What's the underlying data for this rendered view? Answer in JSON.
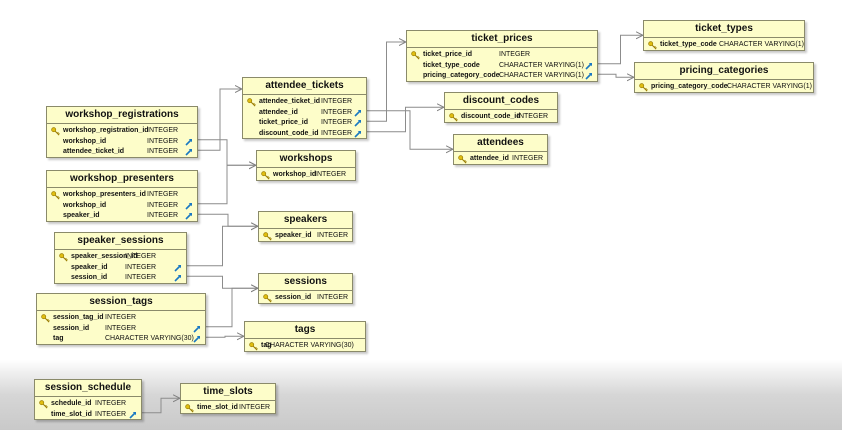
{
  "tables": [
    {
      "id": "ticket_types",
      "title": "ticket_types",
      "cols": [
        {
          "name": "ticket_type_code",
          "type": "CHARACTER VARYING(1)",
          "pk": true,
          "fk": false
        }
      ]
    },
    {
      "id": "ticket_prices",
      "title": "ticket_prices",
      "cols": [
        {
          "name": "ticket_price_id",
          "type": "INTEGER",
          "pk": true,
          "fk": false
        },
        {
          "name": "ticket_type_code",
          "type": "CHARACTER VARYING(1)",
          "pk": false,
          "fk": true
        },
        {
          "name": "pricing_category_code",
          "type": "CHARACTER VARYING(1)",
          "pk": false,
          "fk": true
        }
      ]
    },
    {
      "id": "pricing_categories",
      "title": "pricing_categories",
      "cols": [
        {
          "name": "pricing_category_code",
          "type": "CHARACTER VARYING(1)",
          "pk": true,
          "fk": false
        }
      ]
    },
    {
      "id": "attendee_tickets",
      "title": "attendee_tickets",
      "cols": [
        {
          "name": "attendee_ticket_id",
          "type": "INTEGER",
          "pk": true,
          "fk": false
        },
        {
          "name": "attendee_id",
          "type": "INTEGER",
          "pk": false,
          "fk": true
        },
        {
          "name": "ticket_price_id",
          "type": "INTEGER",
          "pk": false,
          "fk": true
        },
        {
          "name": "discount_code_id",
          "type": "INTEGER",
          "pk": false,
          "fk": true
        }
      ]
    },
    {
      "id": "discount_codes",
      "title": "discount_codes",
      "cols": [
        {
          "name": "discount_code_id",
          "type": "INTEGER",
          "pk": true,
          "fk": false
        }
      ]
    },
    {
      "id": "attendees",
      "title": "attendees",
      "cols": [
        {
          "name": "attendee_id",
          "type": "INTEGER",
          "pk": true,
          "fk": false
        }
      ]
    },
    {
      "id": "workshop_registrations",
      "title": "workshop_registrations",
      "cols": [
        {
          "name": "workshop_registration_id",
          "type": "INTEGER",
          "pk": true,
          "fk": false
        },
        {
          "name": "workshop_id",
          "type": "INTEGER",
          "pk": false,
          "fk": true
        },
        {
          "name": "attendee_ticket_id",
          "type": "INTEGER",
          "pk": false,
          "fk": true
        }
      ]
    },
    {
      "id": "workshops",
      "title": "workshops",
      "cols": [
        {
          "name": "workshop_id",
          "type": "INTEGER",
          "pk": true,
          "fk": false
        }
      ]
    },
    {
      "id": "workshop_presenters",
      "title": "workshop_presenters",
      "cols": [
        {
          "name": "workshop_presenters_id",
          "type": "INTEGER",
          "pk": true,
          "fk": false
        },
        {
          "name": "workshop_id",
          "type": "INTEGER",
          "pk": false,
          "fk": true
        },
        {
          "name": "speaker_id",
          "type": "INTEGER",
          "pk": false,
          "fk": true
        }
      ]
    },
    {
      "id": "speakers",
      "title": "speakers",
      "cols": [
        {
          "name": "speaker_id",
          "type": "INTEGER",
          "pk": true,
          "fk": false
        }
      ]
    },
    {
      "id": "speaker_sessions",
      "title": "speaker_sessions",
      "cols": [
        {
          "name": "speaker_session_id",
          "type": "INTEGER",
          "pk": true,
          "fk": false
        },
        {
          "name": "speaker_id",
          "type": "INTEGER",
          "pk": false,
          "fk": true
        },
        {
          "name": "session_id",
          "type": "INTEGER",
          "pk": false,
          "fk": true
        }
      ]
    },
    {
      "id": "sessions",
      "title": "sessions",
      "cols": [
        {
          "name": "session_id",
          "type": "INTEGER",
          "pk": true,
          "fk": false
        }
      ]
    },
    {
      "id": "session_tags",
      "title": "session_tags",
      "cols": [
        {
          "name": "session_tag_id",
          "type": "INTEGER",
          "pk": true,
          "fk": false
        },
        {
          "name": "session_id",
          "type": "INTEGER",
          "pk": false,
          "fk": true
        },
        {
          "name": "tag",
          "type": "CHARACTER VARYING(30)",
          "pk": false,
          "fk": true
        }
      ]
    },
    {
      "id": "tags",
      "title": "tags",
      "cols": [
        {
          "name": "tag",
          "type": "CHARACTER VARYING(30)",
          "pk": true,
          "fk": false
        }
      ]
    },
    {
      "id": "session_schedule",
      "title": "session_schedule",
      "cols": [
        {
          "name": "schedule_id",
          "type": "INTEGER",
          "pk": true,
          "fk": false
        },
        {
          "name": "time_slot_id",
          "type": "INTEGER",
          "pk": false,
          "fk": true
        }
      ]
    },
    {
      "id": "time_slots",
      "title": "time_slots",
      "cols": [
        {
          "name": "time_slot_id",
          "type": "INTEGER",
          "pk": true,
          "fk": false
        }
      ]
    }
  ],
  "relationships": [
    {
      "from": "ticket_prices",
      "to": "ticket_types"
    },
    {
      "from": "ticket_prices",
      "to": "pricing_categories"
    },
    {
      "from": "attendee_tickets",
      "to": "ticket_prices"
    },
    {
      "from": "attendee_tickets",
      "to": "discount_codes"
    },
    {
      "from": "attendee_tickets",
      "to": "attendees"
    },
    {
      "from": "workshop_registrations",
      "to": "attendee_tickets"
    },
    {
      "from": "workshop_registrations",
      "to": "workshops"
    },
    {
      "from": "workshop_presenters",
      "to": "workshops"
    },
    {
      "from": "workshop_presenters",
      "to": "speakers"
    },
    {
      "from": "speaker_sessions",
      "to": "speakers"
    },
    {
      "from": "speaker_sessions",
      "to": "sessions"
    },
    {
      "from": "session_tags",
      "to": "sessions"
    },
    {
      "from": "session_tags",
      "to": "tags"
    },
    {
      "from": "session_schedule",
      "to": "time_slots"
    }
  ],
  "colors": {
    "table_fill": "#fdfdc9",
    "table_border": "#8a8a6a",
    "line": "#8c8c8c",
    "key": "#d8b400",
    "fk": "#1a78c2"
  }
}
